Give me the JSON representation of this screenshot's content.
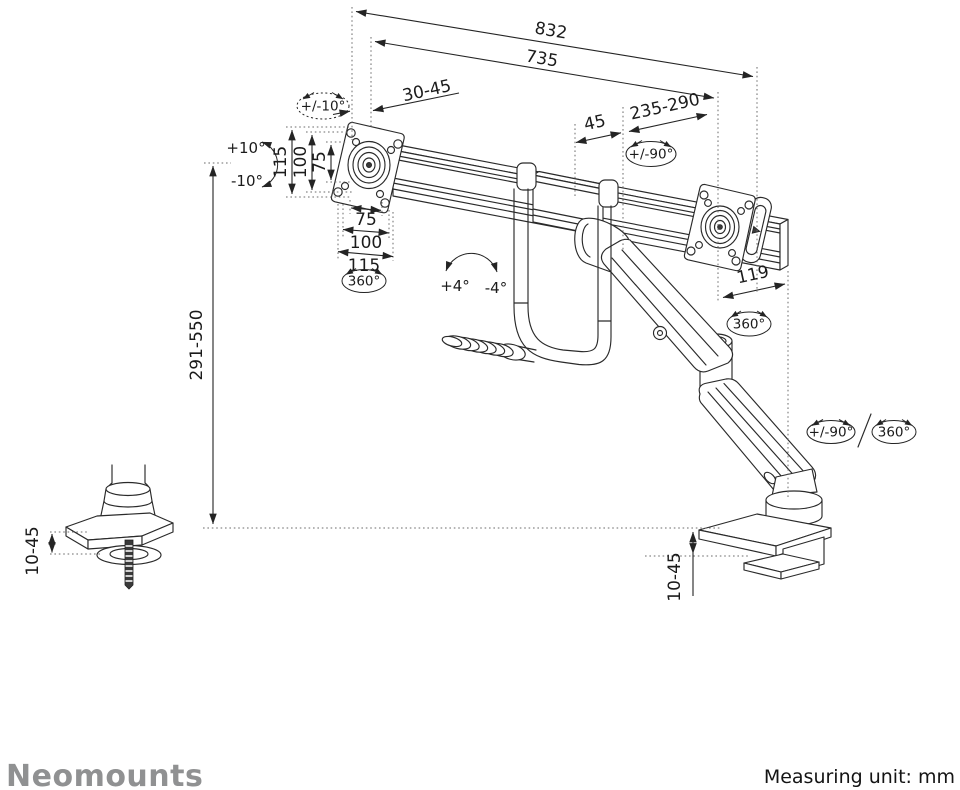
{
  "footer": {
    "brand": "Neomounts",
    "measuring_unit": "Measuring unit: mm"
  },
  "dims": {
    "total_width": "832",
    "rail_width": "735",
    "depth_adjust": "30-45",
    "carriage_offset": "45",
    "arm_extension": "235-290",
    "vesa_height_115": "115",
    "vesa_height_100": "100",
    "vesa_height_75": "75",
    "vesa_width_75": "75",
    "vesa_width_100": "100",
    "vesa_width_115": "115",
    "pivot_offset": "119",
    "height_range": "291-550",
    "grommet_thickness": "10-45",
    "clamp_thickness": "10-45"
  },
  "rotation": {
    "crossbar_swivel": "+/-10°",
    "tilt_up": "+10°",
    "tilt_down": "-10°",
    "vesa_spin": "360°",
    "arm_swivel": "+/-90°",
    "bar_tilt_up": "+4°",
    "bar_tilt_down": "-4°",
    "elbow_spin": "360°",
    "base_swivel": "+/-90°",
    "base_spin": "360°"
  },
  "colors": {
    "line": "#2a2a2a",
    "text": "#1b1b1b",
    "brand_gray": "#909192",
    "background": "#ffffff"
  }
}
